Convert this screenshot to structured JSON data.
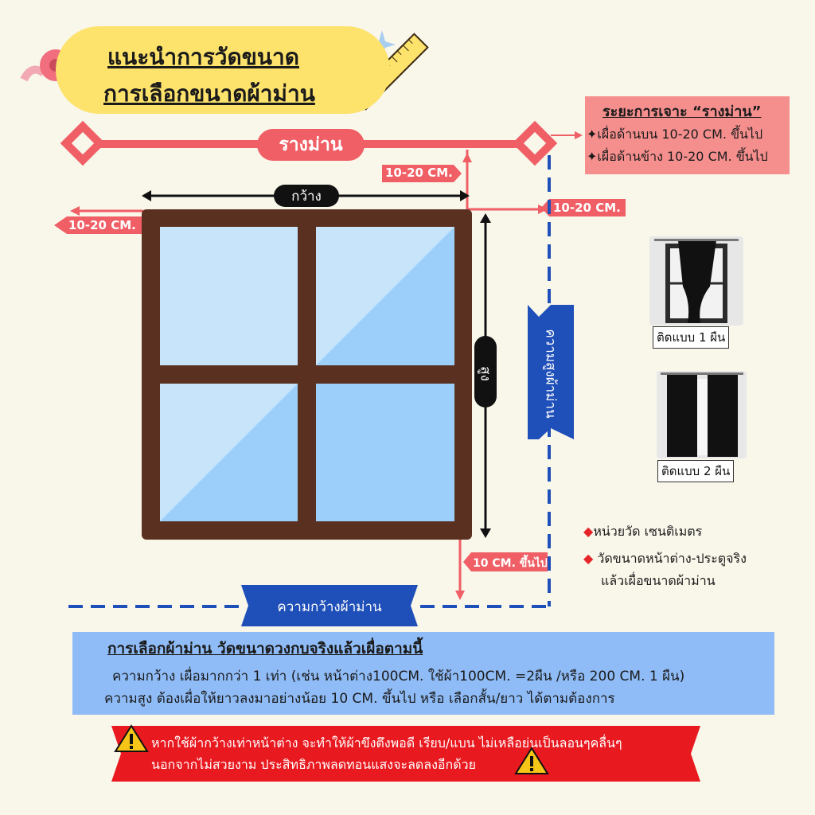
{
  "header": {
    "title_line1": "แนะนำการวัดขนาด",
    "title_line2": "การเลือกขนาดผ้าม่าน"
  },
  "diagram": {
    "rod_label": "รางม่าน",
    "width_label": "กว้าง",
    "height_label": "สูง",
    "offset_top_label": "10-20 CM.",
    "offset_left_label": "10-20 CM.",
    "offset_right_label": "10-20 CM.",
    "offset_bottom_label": "10 CM. ขึ้นไป",
    "curtain_width_label": "ความกว้างผ้าม่าน",
    "curtain_height_label": "ความสูงผ้าม่าน"
  },
  "rod_info": {
    "title": "ระยะการเจาะ “รางม่าน”",
    "lines": [
      "✦เผื่อด้านบน 10-20 CM. ขึ้นไป",
      "✦เผื่อด้านข้าง 10-20 CM. ขึ้นไป"
    ]
  },
  "examples": [
    {
      "caption": "ติดแบบ 1 ผืน"
    },
    {
      "caption": "ติดแบบ 2 ผืน"
    }
  ],
  "notes": [
    "หน่วยวัด เซนติเมตร",
    "วัดขนาดหน้าต่าง-ประตูจริง",
    "แล้วเผื่อขนาดผ้าม่าน"
  ],
  "guide": {
    "title": "การเลือกผ้าม่าน วัดขนาดวงกบจริงแล้วเผื่อตามนี้",
    "width_rule": "ความกว้าง เผื่อมากกว่า 1 เท่า (เช่น หน้าต่าง100CM. ใช้ผ้า100CM. =2ผืน /หรือ 200 CM. 1 ผืน)",
    "height_rule": "ความสูง ต้องเผื่อให้ยาวลงมาอย่างน้อย 10 CM. ขึ้นไป หรือ เลือกสั้น/ยาว ได้ตามต้องการ"
  },
  "warning": {
    "line1": "หากใช้ผ้ากว้างเท่าหน้าต่าง จะทำให้ผ้าขึงตึงพอดี เรียบ/แบน ไม่เหลือย่นเป็นลอนๆคลื่นๆ",
    "line2": "นอกจากไม่สวยงาม ประสิทธิภาพลดทอนแสงจะลดลงอีกด้วย"
  },
  "colors": {
    "background": "#f9f6ea",
    "accent_red": "#ef5f65",
    "frame_brown": "#5a3120",
    "glass_blue": "#9cd0fa",
    "dash_blue": "#1f4fb8",
    "banner_red": "#e8191f",
    "box_blue": "#8fbcf7",
    "title_yellow": "#fde26c"
  }
}
